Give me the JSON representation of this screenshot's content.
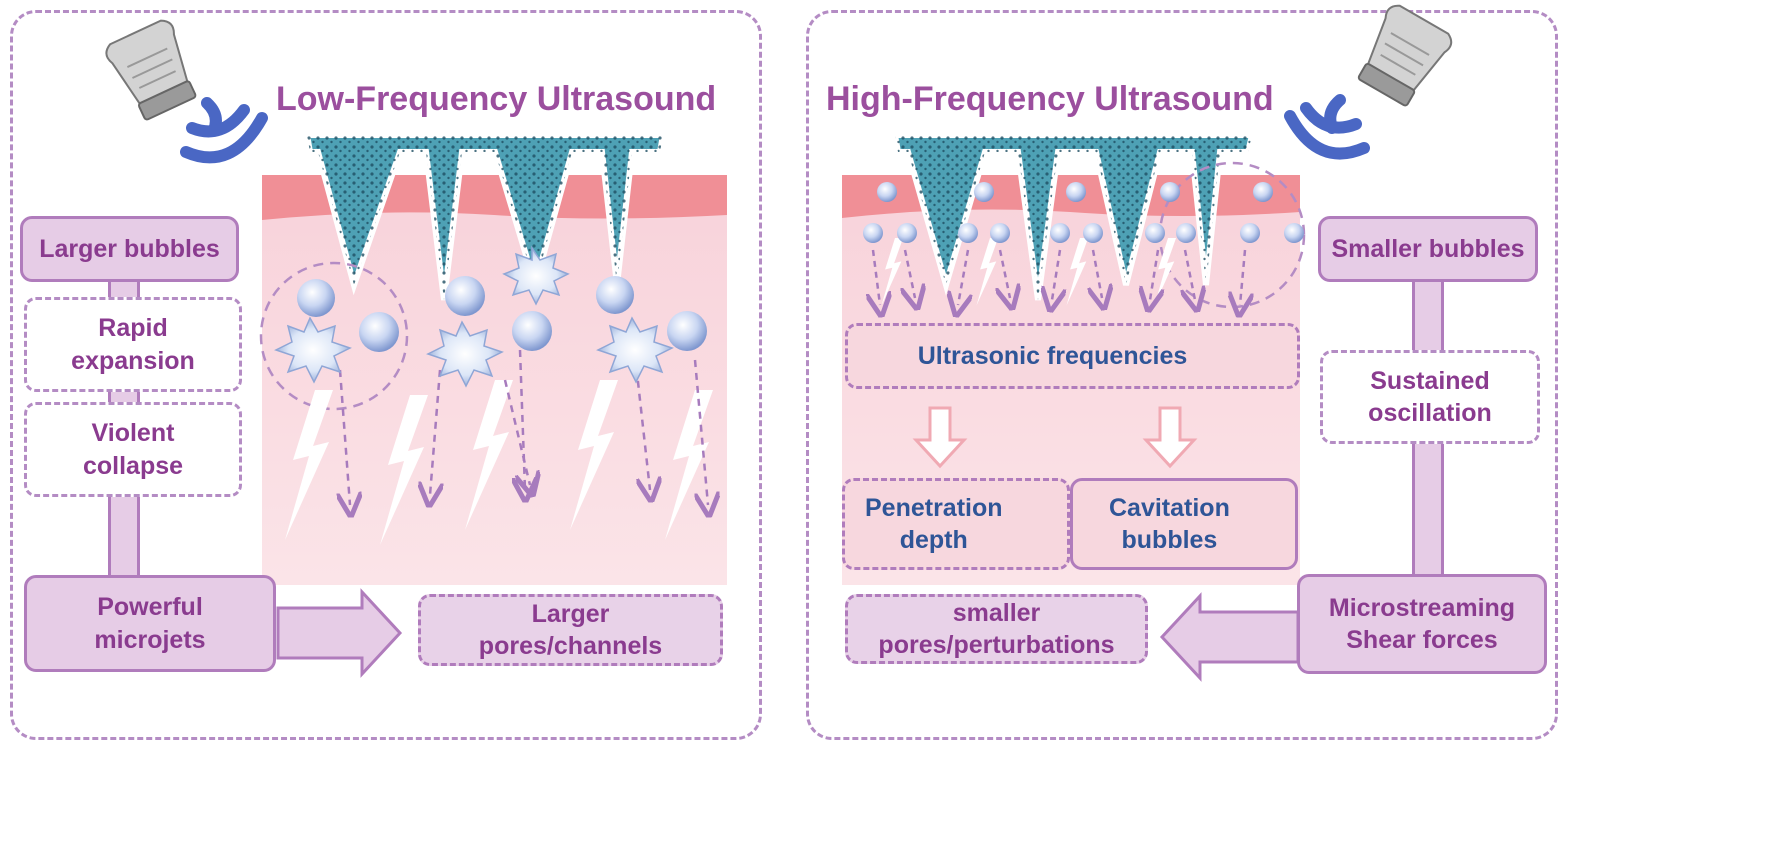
{
  "left_panel": {
    "title": "Low-Frequency Ultrasound",
    "larger_bubbles": "Larger bubbles",
    "rapid_expansion": "Rapid\nexpansion",
    "violent_collapse": "Violent\ncollapse",
    "powerful_microjets": "Powerful\nmicrojets",
    "larger_pores": "Larger\npores/channels"
  },
  "right_panel": {
    "title": "High-Frequency Ultrasound",
    "smaller_bubbles": "Smaller bubbles",
    "sustained_oscillation": "Sustained\noscillation",
    "microstreaming": "Microstreaming\nShear forces",
    "ultrasonic_frequencies": "Ultrasonic frequencies",
    "penetration_depth": "Penetration\ndepth",
    "cavitation_bubbles": "Cavitation\nbubbles",
    "smaller_pores": "smaller\npores/perturbations"
  },
  "colors": {
    "title": "#9b4f9e",
    "box_text": "#8a3b8f",
    "blue_text": "#2f5597",
    "skin": "#f7cfd8",
    "epidermis": "#f08f96",
    "microneedle": "#4ea1b5"
  }
}
